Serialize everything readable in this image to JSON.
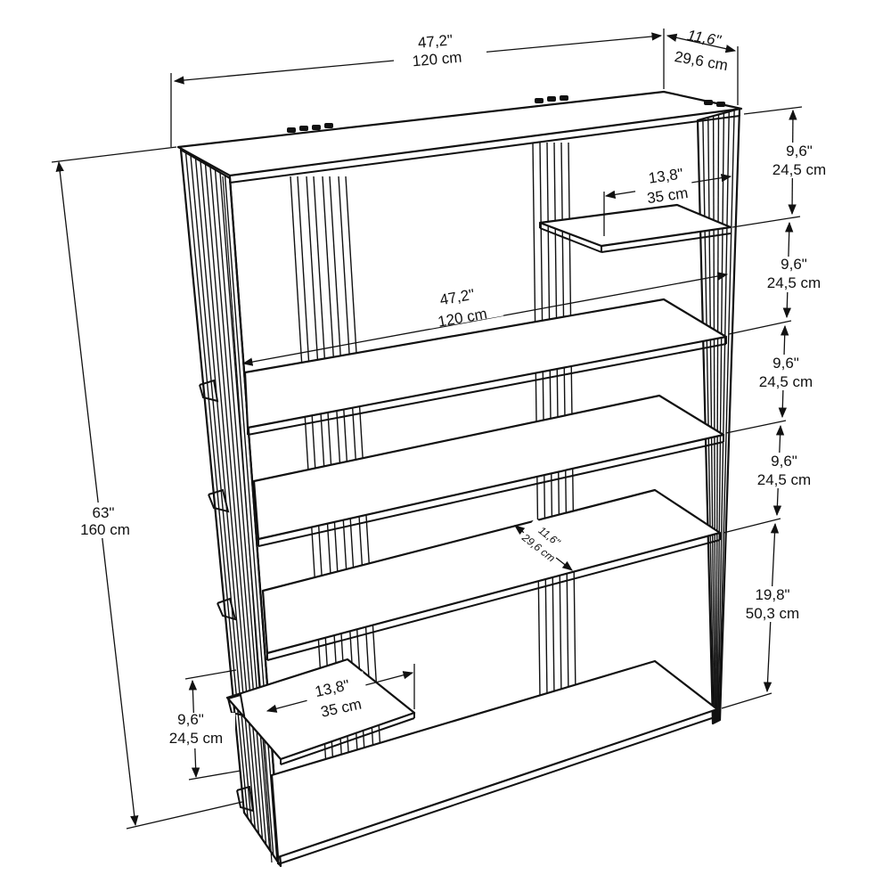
{
  "dimensions": {
    "overall_width": {
      "in": "47,2\"",
      "cm": "120 cm"
    },
    "overall_depth": {
      "in": "11,6\"",
      "cm": "29,6 cm"
    },
    "overall_height": {
      "in": "63\"",
      "cm": "160 cm"
    },
    "gap_1": {
      "in": "9,6\"",
      "cm": "24,5 cm"
    },
    "gap_2": {
      "in": "9,6\"",
      "cm": "24,5 cm"
    },
    "gap_3": {
      "in": "9,6\"",
      "cm": "24,5 cm"
    },
    "gap_4": {
      "in": "9,6\"",
      "cm": "24,5 cm"
    },
    "bottom_gap": {
      "in": "19,8\"",
      "cm": "50,3 cm"
    },
    "top_small_shelf": {
      "in": "13,8\"",
      "cm": "35 cm"
    },
    "shelf_width": {
      "in": "47,2\"",
      "cm": "120 cm"
    },
    "shelf_depth": {
      "in": "11,6\"",
      "cm": "29,6 cm"
    },
    "bottom_small_shelf": {
      "in": "13,8\"",
      "cm": "35 cm"
    },
    "bottom_small_shelf_height": {
      "in": "9,6\"",
      "cm": "24,5 cm"
    }
  }
}
